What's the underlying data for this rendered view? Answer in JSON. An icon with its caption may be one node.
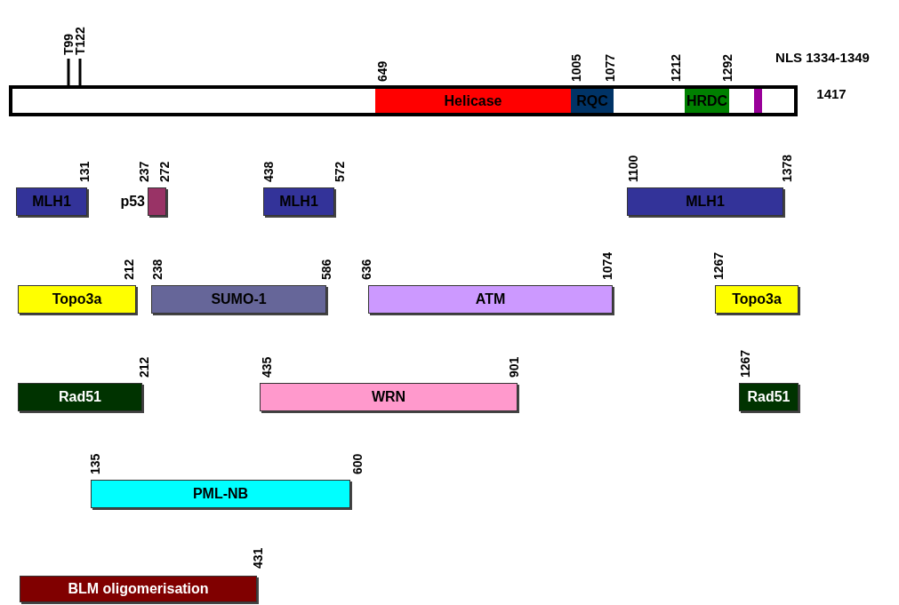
{
  "diagram": {
    "nodes": [
      {
        "text": [],
        "shape": "bar"
      },
      {
        "text": [
          "Helicase"
        ],
        "in": 0
      },
      {
        "text": [
          "RQC"
        ],
        "in": 0
      },
      {
        "text": [
          "HRDC"
        ],
        "in": 0
      },
      {
        "text": [],
        "shape": "bar",
        "in": 0
      },
      {
        "text": [
          "MLH1"
        ]
      },
      {
        "text": [],
        "shape": "bar",
        "beside": [
          "p53"
        ]
      },
      {
        "text": [
          "MLH1"
        ]
      },
      {
        "text": [
          "MLH1"
        ]
      },
      {
        "text": [
          "Topo3a"
        ]
      },
      {
        "text": [
          "SUMO-1"
        ]
      },
      {
        "text": [
          "ATM"
        ]
      },
      {
        "text": [
          "Topo3a"
        ]
      },
      {
        "text": [
          "Rad51"
        ]
      },
      {
        "text": [
          "WRN"
        ]
      },
      {
        "text": [
          "Rad51"
        ]
      },
      {
        "text": [
          "PML-NB"
        ]
      },
      {
        "text": [
          "BLM oligomerisation"
        ]
      }
    ],
    "labels": [
      "T99",
      "T122",
      "649",
      "1005",
      "1077",
      "1212",
      "1292",
      "NLS 1334-1349",
      "1417",
      "131",
      "237",
      "272",
      "438",
      "572",
      "1100",
      "1378",
      "212",
      "238",
      "586",
      "636",
      "1074",
      "1267",
      "212",
      "435",
      "901",
      "1267",
      "135",
      "600",
      "431"
    ]
  }
}
